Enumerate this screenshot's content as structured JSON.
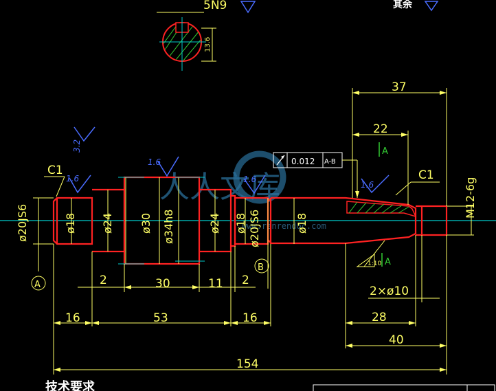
{
  "drawing": {
    "keyway_label": "5N9",
    "keyway_depth": "13.6",
    "top_right_label": "其余",
    "watermark": "人人文库",
    "watermark_url": "www.renrendoc.com",
    "bottom_left_title": "技术要求"
  },
  "diameters": {
    "d20js6_left": "ø20JS6",
    "d18_left": "ø18",
    "d24_left": "ø24",
    "d30": "ø30",
    "d34h8": "ø34h8",
    "d24_right": "ø24",
    "d18_mid": "ø18",
    "d20js6_right": "ø20JS6",
    "d18_right": "ø18",
    "m12": "M12-6g"
  },
  "lengths": {
    "l2_a": "2",
    "l30": "30",
    "l11": "11",
    "l2_b": "2",
    "l16_a": "16",
    "l53": "53",
    "l16_b": "16",
    "l154": "154",
    "l37": "37",
    "l22": "22",
    "l28": "28",
    "l40": "40",
    "hole": "2×ø10"
  },
  "chamfers": {
    "c1_left": "C1",
    "c1_right": "C1"
  },
  "roughness": {
    "r32": "3.2",
    "r16_a": "1.6",
    "r16_b": "1.6",
    "r16_c": "1.6",
    "r16_d": "1.6"
  },
  "tolerance": {
    "value": "0.012",
    "datum": "A-B",
    "datum_a": "A",
    "datum_b": "B",
    "taper": "1:10",
    "flat_a": "A",
    "flat_a2": "A"
  }
}
